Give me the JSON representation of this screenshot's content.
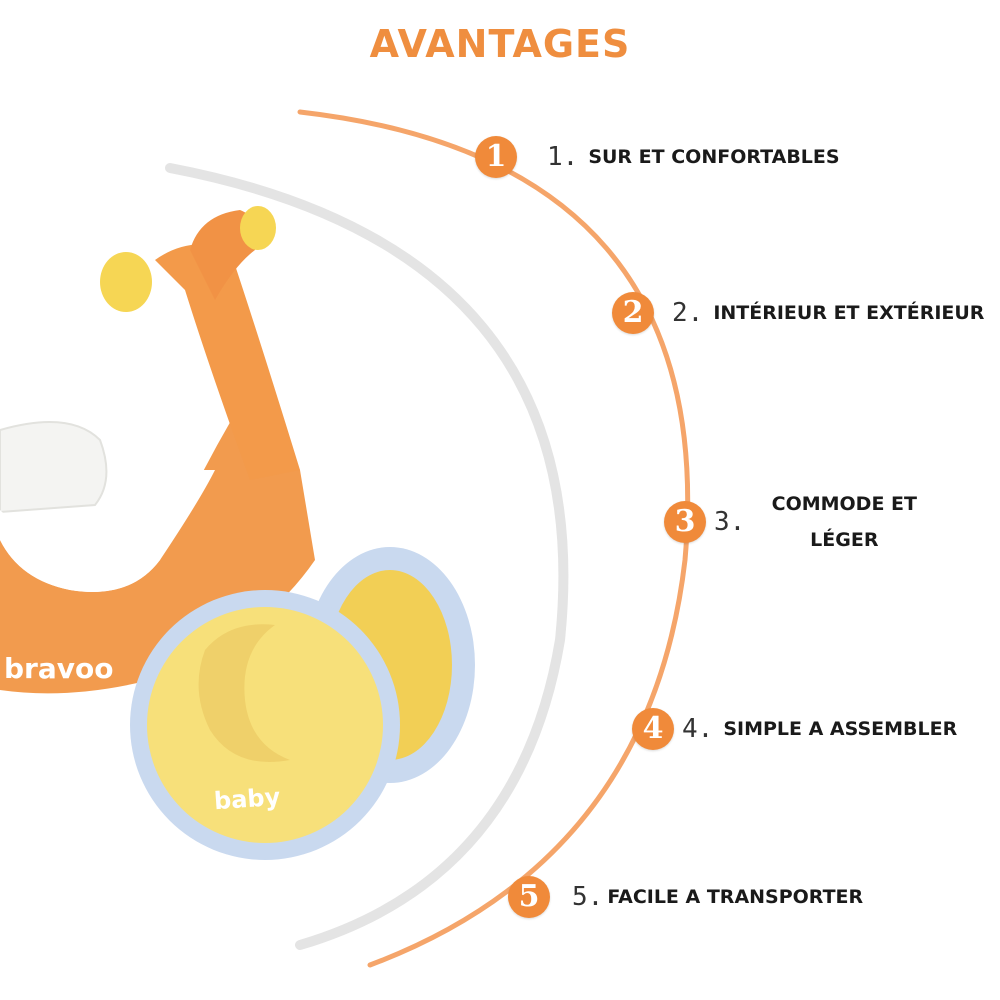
{
  "title": "AVANTAGES",
  "colors": {
    "accent": "#f08a3a",
    "frame": "#f09a55",
    "wheel_rim": "#c9d9ef",
    "wheel_hub": "#f7e07a"
  },
  "items": [
    {
      "badge": "1",
      "number": "1.",
      "label": "sur et confortables"
    },
    {
      "badge": "2",
      "number": "2.",
      "label": "intérieur et extérieur"
    },
    {
      "badge": "3",
      "number": "3.",
      "label": "commode et léger"
    },
    {
      "badge": "4",
      "number": "4.",
      "label": "simple a assembler"
    },
    {
      "badge": "5",
      "number": "5.",
      "label": "facile a transporter"
    }
  ],
  "product": {
    "brand_text": "bravoo",
    "hub_text": "baby"
  }
}
